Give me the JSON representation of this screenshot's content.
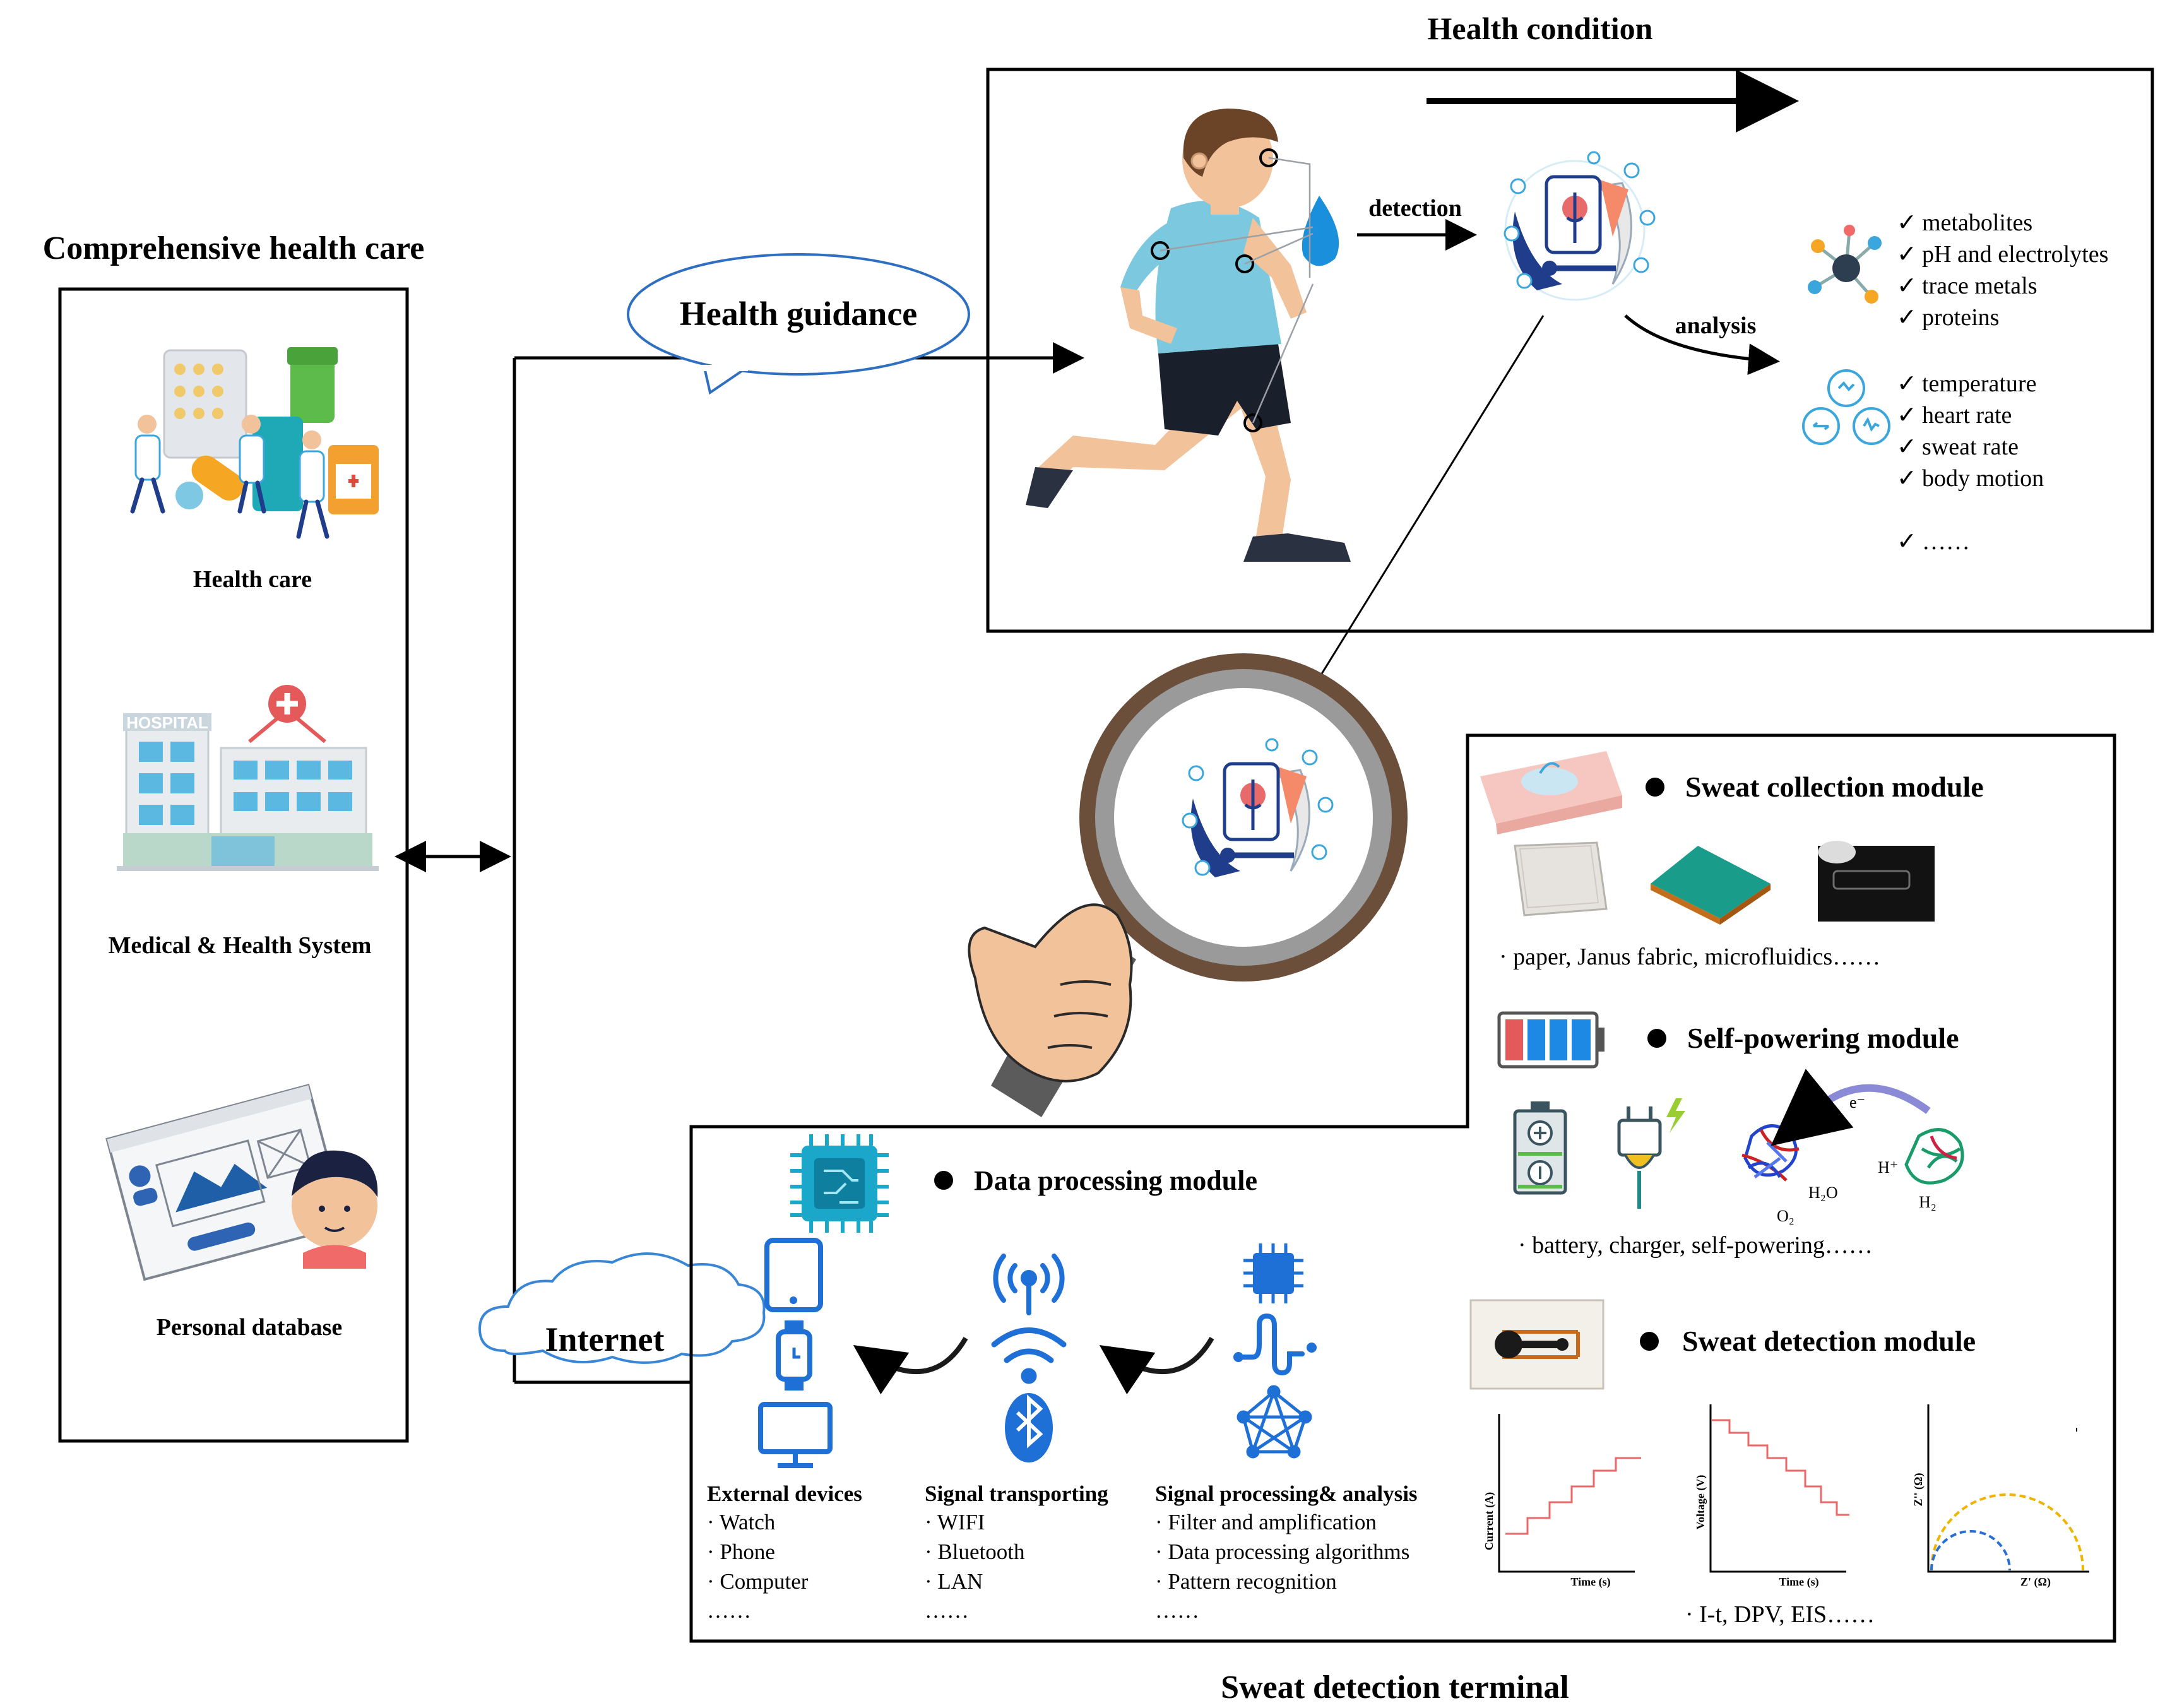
{
  "titles": {
    "health_condition": "Health condition",
    "comprehensive": "Comprehensive health care",
    "terminal": "Sweat detection terminal"
  },
  "left_panel": {
    "items": [
      "Health care",
      "Medical & Health System",
      "Personal database"
    ],
    "hospital_sign": "HOSPITAL"
  },
  "connectors": {
    "health_guidance": "Health guidance",
    "internet": "Internet"
  },
  "health_condition": {
    "detection_label": "detection",
    "analysis_label": "analysis",
    "chem_list": [
      "metabolites",
      "pH and electrolytes",
      "trace metals",
      "proteins"
    ],
    "phys_list": [
      "temperature",
      "heart rate",
      "sweat rate",
      "body motion"
    ],
    "more": "……",
    "check": "✓"
  },
  "modules": {
    "collection": {
      "title": "Sweat collection module",
      "caption": "· paper, Janus fabric, microfluidics……"
    },
    "powering": {
      "title": "Self-powering module",
      "caption": "· battery, charger, self-powering……",
      "labels": [
        "e⁻",
        "H⁺",
        "O₂",
        "H₂O",
        "H₂"
      ]
    },
    "detection": {
      "title": "Sweat detection module",
      "caption": "· I-t, DPV, EIS……",
      "plots": [
        {
          "ylabel": "Current (A)",
          "xlabel": "Time (s)"
        },
        {
          "ylabel": "Voltage (V)",
          "xlabel": "Time (s)"
        },
        {
          "ylabel": "Z'' (Ω)",
          "xlabel": "Z' (Ω)"
        }
      ]
    },
    "data_processing": {
      "title": "Data processing module",
      "columns": [
        {
          "title": "External devices",
          "items": [
            "· Watch",
            "· Phone",
            "· Computer",
            "……"
          ]
        },
        {
          "title": "Signal transporting",
          "items": [
            "· WIFI",
            "· Bluetooth",
            "· LAN",
            "……"
          ]
        },
        {
          "title": "Signal processing& analysis",
          "items": [
            "· Filter and amplification",
            "· Data processing  algorithms",
            "· Pattern recognition",
            "……"
          ]
        }
      ]
    }
  },
  "colors": {
    "sky": "#3aa6dc",
    "navy": "#1f3d8a",
    "accent_blue": "#1e88e5",
    "step_red": "#e86a6a",
    "eis_yellow": "#f0b400",
    "eis_blue": "#2a6fd6"
  }
}
